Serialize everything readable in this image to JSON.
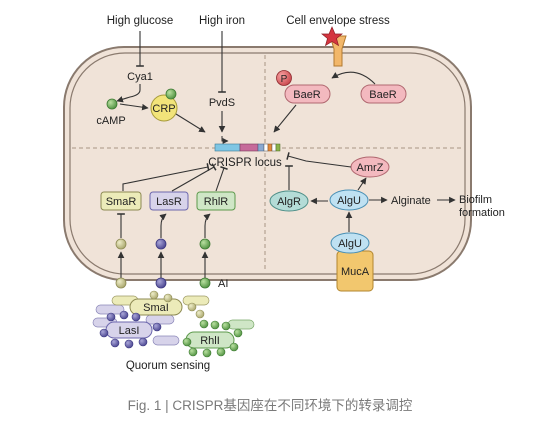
{
  "signals": {
    "high_glucose": "High glucose",
    "high_iron": "High iron",
    "cell_envelope_stress": "Cell envelope stress"
  },
  "nodes": {
    "cya1": "Cya1",
    "camp": "cAMP",
    "crp": "CRP",
    "pvds": "PvdS",
    "baer_p": "BaeR",
    "baer": "BaeR",
    "phospho": "P",
    "crispr_locus": "CRISPR locus",
    "amrz": "AmrZ",
    "algr": "AlgR",
    "algu": "AlgU",
    "algu_lower": "AlgU",
    "muca": "MucA",
    "alginate": "Alginate",
    "biofilm_line1": "Biofilm",
    "biofilm_line2": "formation",
    "smar": "SmaR",
    "lasr": "LasR",
    "rhlr": "RhlR",
    "ai": "AI"
  },
  "quorum": {
    "smai": "SmaI",
    "lasi": "LasI",
    "rhli": "RhlI",
    "label": "Quorum sensing"
  },
  "caption": "Fig. 1 | CRISPR基因座在不同环境下的转录调控",
  "colors": {
    "cell_fill": "#f0e3d8",
    "cell_stroke": "#8a7a6e",
    "smar": "#ecebb9",
    "lasr": "#d7d3ea",
    "rhlr": "#cfe6c6",
    "baer": "#f3b9bf",
    "algu": "#bfe1f2",
    "algr": "#b4dcd7",
    "muca": "#f2c76e",
    "crp": "#f2e47a",
    "green_dot": "#7cb561",
    "purple_dot": "#6c67ad",
    "olive_dot": "#c8c58d",
    "star": "#d4353f"
  }
}
